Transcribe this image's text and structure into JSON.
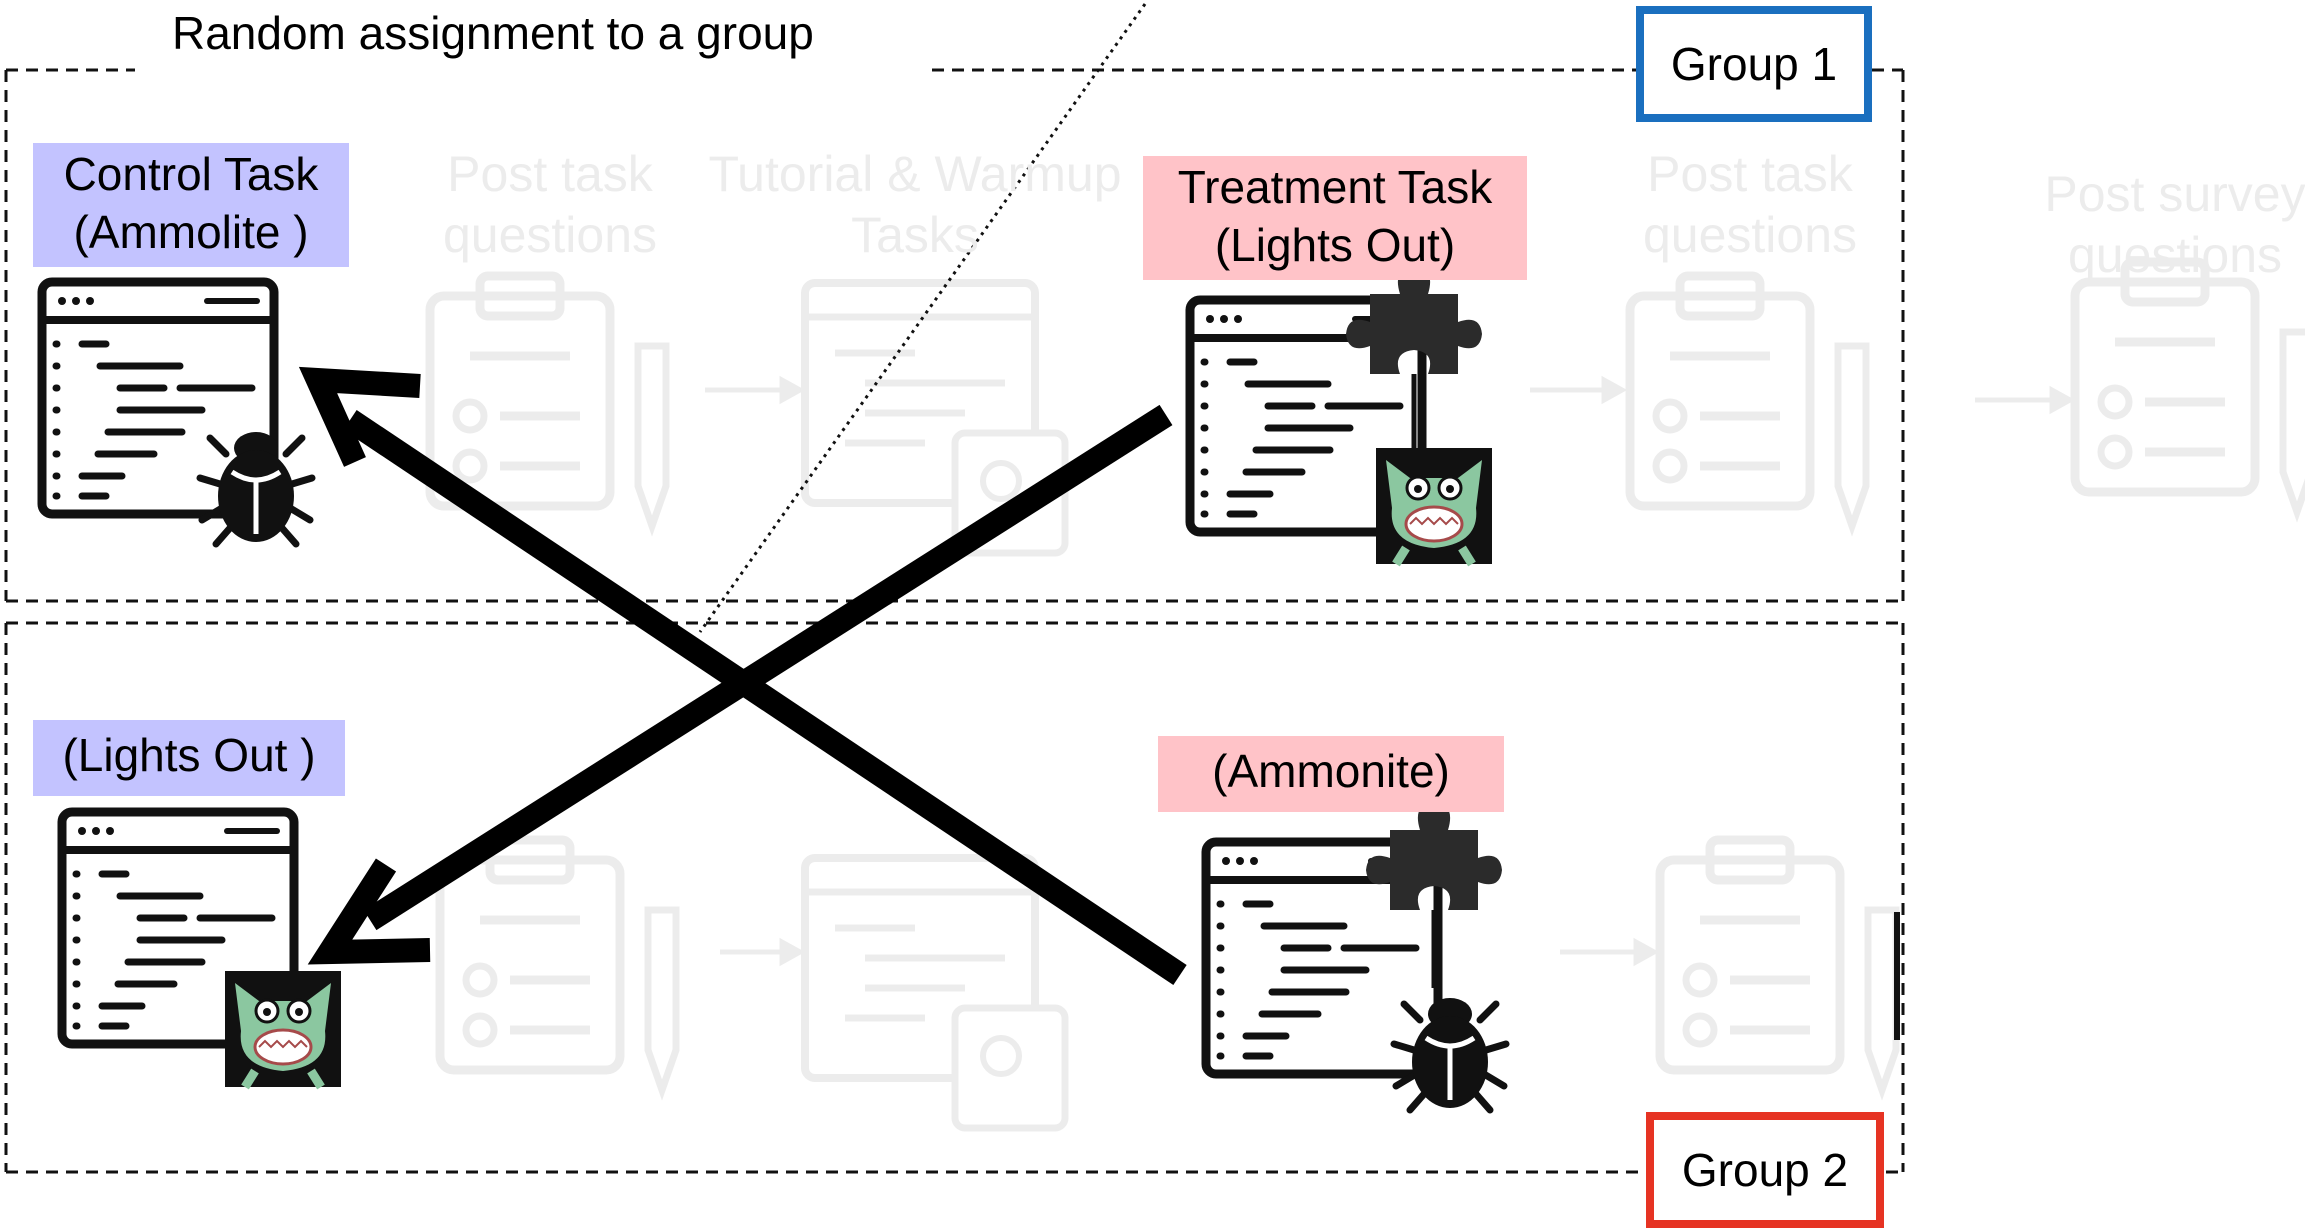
{
  "title": "Random assignment to a group",
  "groups": {
    "group1": {
      "label": "Group 1",
      "color": "#1a6fbf"
    },
    "group2": {
      "label": "Group 2",
      "color": "#e63323"
    }
  },
  "group1_row": {
    "control": {
      "line1": "Control Task",
      "line2": "(Ammolite )",
      "fill": "#c3c3ff"
    },
    "treatment": {
      "line1": "Treatment Task",
      "line2": "(Lights Out)",
      "fill": "#ffc3c8"
    }
  },
  "group2_row": {
    "control": {
      "line1": "(Lights Out )",
      "fill": "#c3c3ff"
    },
    "treatment": {
      "line1": "(Ammonite)",
      "fill": "#ffc3c8"
    }
  },
  "faded_steps": {
    "post_task_1": "Post task\nquestions",
    "tutorial": "Tutorial & Warmup\nTasks",
    "post_task_2": "Post task\nquestions",
    "post_survey": "Post survey\nquestions"
  },
  "icons": [
    "code-window-icon",
    "bug-icon",
    "puzzle-icon",
    "monster-icon",
    "clipboard-icon",
    "arrow-icon"
  ]
}
